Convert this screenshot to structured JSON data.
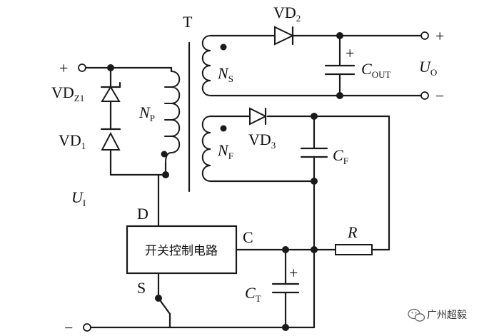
{
  "labels": {
    "transformer": "T",
    "vd2_main": "VD",
    "vd2_sub": "2",
    "vd3_main": "VD",
    "vd3_sub": "3",
    "vdz1_main": "VD",
    "vdz1_sub": "Z1",
    "vd1_main": "VD",
    "vd1_sub": "1",
    "np_main": "N",
    "np_sub": "P",
    "ns_main": "N",
    "ns_sub": "S",
    "nf_main": "N",
    "nf_sub": "F",
    "cout_main": "C",
    "cout_sub": "OUT",
    "cf_main": "C",
    "cf_sub": "F",
    "ct_main": "C",
    "ct_sub": "T",
    "uo_main": "U",
    "uo_sub": "O",
    "ui_main": "U",
    "ui_sub": "I",
    "r": "R",
    "pin_d": "D",
    "pin_c": "C",
    "pin_s": "S",
    "plus_in": "+",
    "minus_in": "−",
    "plus_out": "+",
    "minus_out": "−",
    "cap_plus_cout": "+",
    "cap_plus_ct": "+"
  },
  "control_block": {
    "label": "开关控制电路"
  },
  "watermark": {
    "text": "广州超毅",
    "icon": "wechat-icon"
  }
}
